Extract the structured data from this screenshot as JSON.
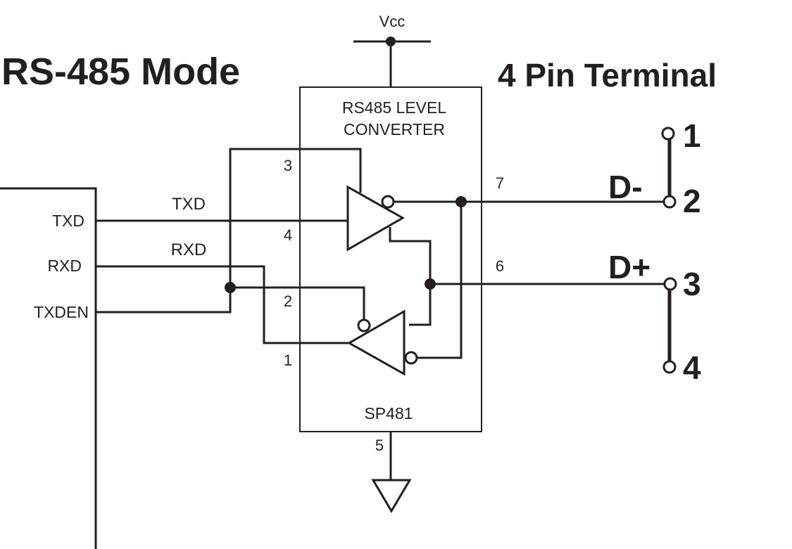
{
  "title": "RS-485 Mode",
  "terminal_title": "4 Pin Terminal",
  "supply_label": "Vcc",
  "chip": {
    "line1": "RS485 LEVEL",
    "line2": "CONVERTER",
    "part": "SP481",
    "pins": {
      "p1": "1",
      "p2": "2",
      "p3": "3",
      "p4": "4",
      "p5": "5",
      "p6": "6",
      "p7": "7"
    }
  },
  "mcu_pins": {
    "txd": "TXD",
    "rxd": "RXD",
    "txden": "TXDEN"
  },
  "wire_labels": {
    "txd": "TXD",
    "rxd": "RXD"
  },
  "bus_labels": {
    "dminus": "D-",
    "dplus": "D+"
  },
  "terminal_pins": [
    "1",
    "2",
    "3",
    "4"
  ]
}
